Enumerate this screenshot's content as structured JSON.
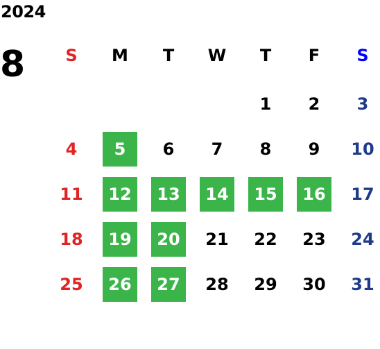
{
  "calendar": {
    "year": "2024",
    "month": "8",
    "weekday_labels": [
      "S",
      "M",
      "T",
      "W",
      "T",
      "F",
      "S"
    ],
    "colors": {
      "sunday": "#e02424",
      "saturday_header": "#0000ff",
      "saturday": "#1e3a8a",
      "highlight": "#3bb44a",
      "text": "#000000"
    },
    "weeks": [
      [
        "",
        "",
        "",
        "",
        "1",
        "2",
        "3"
      ],
      [
        "4",
        "5",
        "6",
        "7",
        "8",
        "9",
        "10"
      ],
      [
        "11",
        "12",
        "13",
        "14",
        "15",
        "16",
        "17"
      ],
      [
        "18",
        "19",
        "20",
        "21",
        "22",
        "23",
        "24"
      ],
      [
        "25",
        "26",
        "27",
        "28",
        "29",
        "30",
        "31"
      ]
    ],
    "highlighted_days": [
      "5",
      "12",
      "13",
      "14",
      "15",
      "16",
      "19",
      "20",
      "26",
      "27"
    ]
  }
}
